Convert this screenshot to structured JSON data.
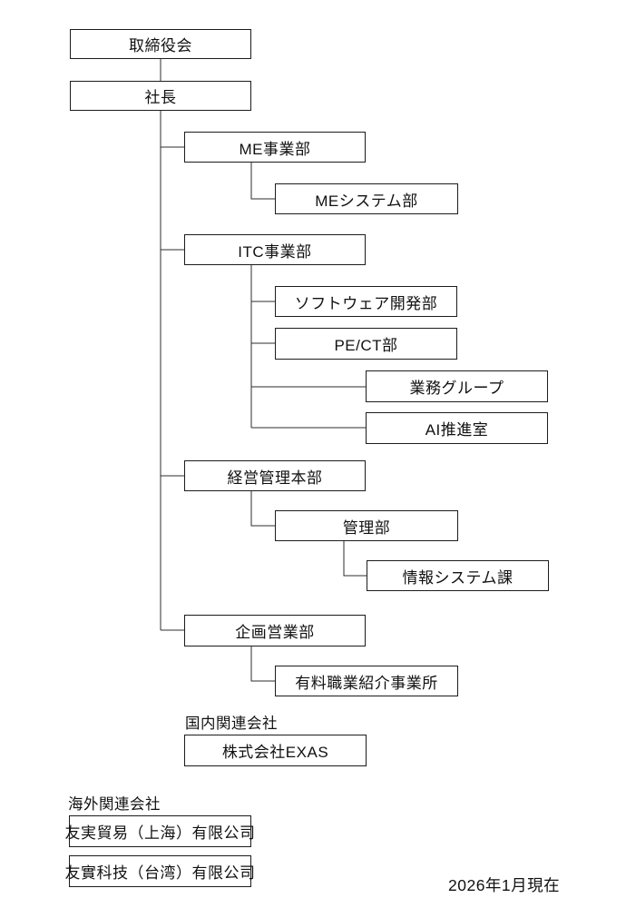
{
  "org": {
    "nodes": {
      "board": {
        "label": "取締役会"
      },
      "president": {
        "label": "社長"
      },
      "me_division": {
        "label": "ME事業部"
      },
      "me_system": {
        "label": "MEシステム部"
      },
      "itc_division": {
        "label": "ITC事業部"
      },
      "software_dev": {
        "label": "ソフトウェア開発部"
      },
      "pe_ct": {
        "label": "PE/CT部"
      },
      "operations_group": {
        "label": "業務グループ"
      },
      "ai_office": {
        "label": "AI推進室"
      },
      "management_hq": {
        "label": "経営管理本部"
      },
      "admin_dept": {
        "label": "管理部"
      },
      "info_systems": {
        "label": "情報システム課"
      },
      "planning_sales": {
        "label": "企画営業部"
      },
      "employment_office": {
        "label": "有料職業紹介事業所"
      }
    },
    "hierarchy": {
      "取締役会": [
        "社長"
      ],
      "社長": [
        "ME事業部",
        "ITC事業部",
        "経営管理本部",
        "企画営業部"
      ],
      "ME事業部": [
        "MEシステム部"
      ],
      "ITC事業部": [
        "ソフトウェア開発部",
        "PE/CT部",
        "業務グループ",
        "AI推進室"
      ],
      "経営管理本部": [
        "管理部"
      ],
      "管理部": [
        "情報システム課"
      ],
      "企画営業部": [
        "有料職業紹介事業所"
      ]
    }
  },
  "affiliates": {
    "domestic_label": "国内関連会社",
    "domestic": [
      {
        "label": "株式会社EXAS"
      }
    ],
    "overseas_label": "海外関連会社",
    "overseas": [
      {
        "label": "友実貿易（上海）有限公司"
      },
      {
        "label": "友實科技（台湾）有限公司"
      }
    ]
  },
  "footer": {
    "as_of": "2026年1月現在"
  },
  "colors": {
    "background": "#ffffff",
    "box_border": "#1c1c1c",
    "connector_line": "#2e2e2e",
    "text": "#111111"
  }
}
